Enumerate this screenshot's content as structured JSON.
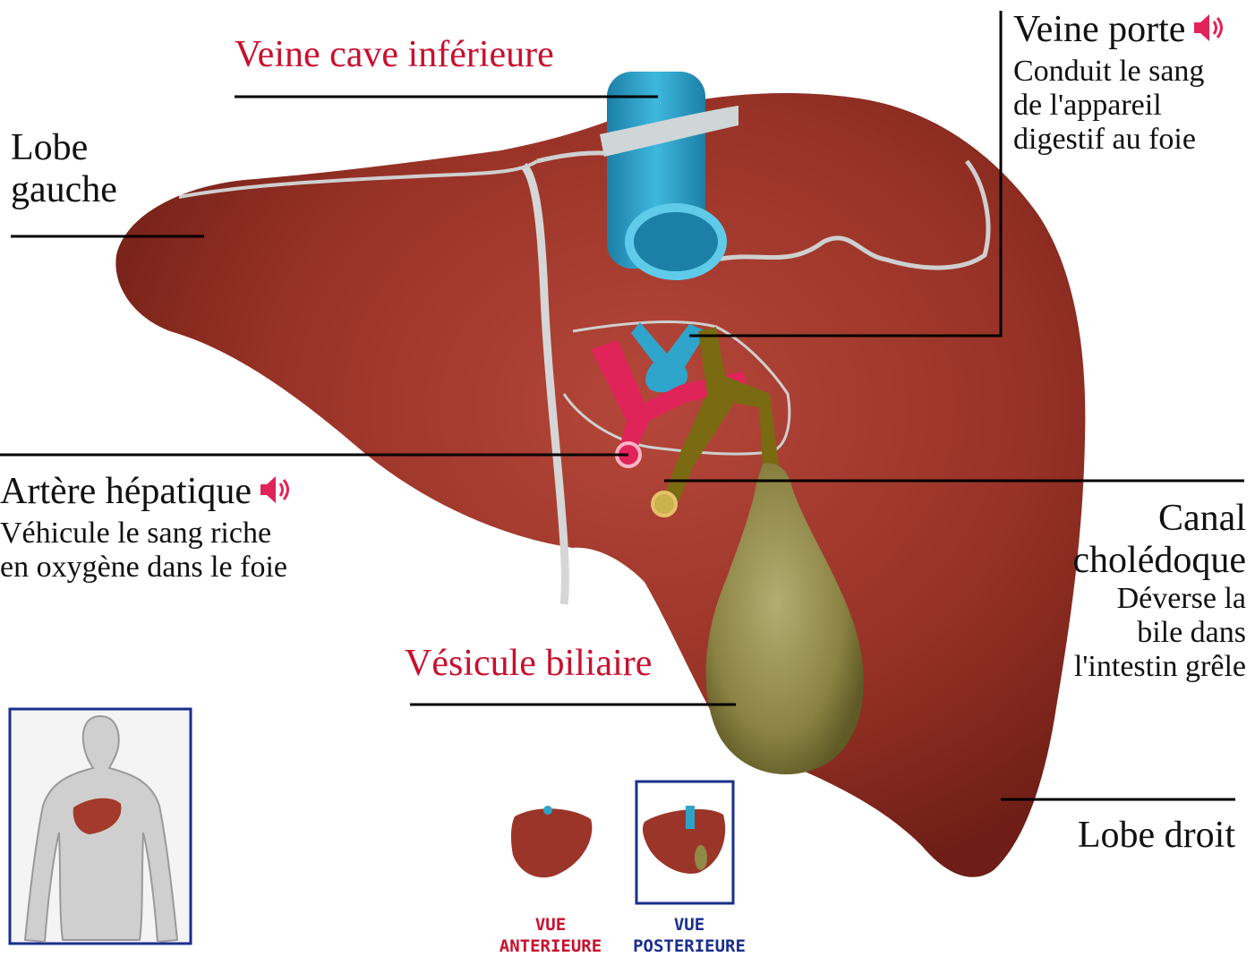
{
  "labels": {
    "vena_cava": "Veine cave inférieure",
    "portal_vein": "Veine porte",
    "portal_vein_desc": [
      "Conduit le sang",
      "de l'appareil",
      "digestif au foie"
    ],
    "left_lobe": [
      "Lobe",
      "gauche"
    ],
    "hepatic_artery": "Artère hépatique",
    "hepatic_artery_desc": [
      "Véhicule le sang riche",
      "en oxygène dans le foie"
    ],
    "bile_duct": [
      "Canal",
      "cholédoque"
    ],
    "bile_duct_desc": [
      "Déverse la",
      "bile dans",
      "l'intestin grêle"
    ],
    "gallbladder": "Vésicule biliaire",
    "right_lobe": "Lobe droit"
  },
  "views": {
    "anterior": [
      "VUE",
      "ANTERIEURE"
    ],
    "posterior": [
      "VUE",
      "POSTERIEURE"
    ],
    "selected": "posterior"
  },
  "colors": {
    "liver": "#9c3529",
    "vein": "#2ea3c9",
    "artery": "#e0245a",
    "bile": "#7a6a12",
    "gallbladder": "#8f8a47",
    "label_red": "#c8102e",
    "view_anterior": "#c8102e",
    "view_posterior": "#1a2f8c",
    "frame": "#1a2f8c"
  },
  "icons": {
    "audio": "speaker-icon"
  }
}
